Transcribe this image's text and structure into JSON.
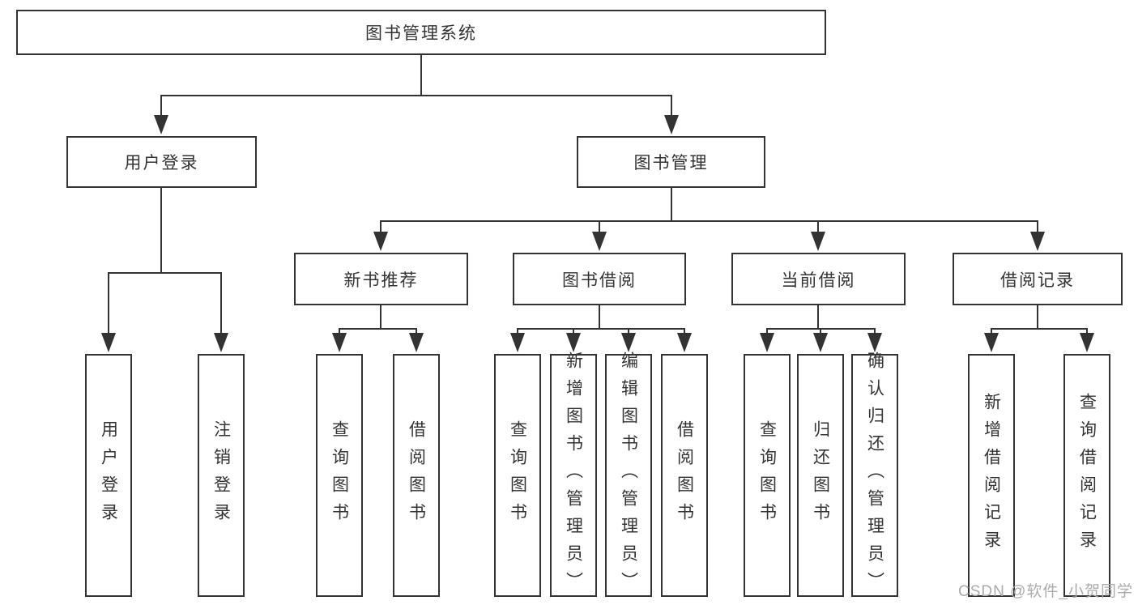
{
  "watermark": "CSDN @软件_小贺同学",
  "colors": {
    "line": "#333333",
    "text": "#333333",
    "box_background": "#ffffff",
    "watermark": "#ababab",
    "page_background": "#ffffff"
  },
  "tree": {
    "root": {
      "label": "图书管理系统"
    },
    "branches": [
      {
        "label": "用户登录",
        "children": [
          {
            "label": "用户登录"
          },
          {
            "label": "注销登录"
          }
        ]
      },
      {
        "label": "图书管理",
        "children": [
          {
            "label": "新书推荐",
            "children": [
              {
                "label": "查询图书"
              },
              {
                "label": "借阅图书"
              }
            ]
          },
          {
            "label": "图书借阅",
            "children": [
              {
                "label": "查询图书"
              },
              {
                "label": "新增图书（管理员）"
              },
              {
                "label": "编辑图书（管理员）"
              },
              {
                "label": "借阅图书"
              }
            ]
          },
          {
            "label": "当前借阅",
            "children": [
              {
                "label": "查询图书"
              },
              {
                "label": "归还图书"
              },
              {
                "label": "确认归还（管理员）"
              }
            ]
          },
          {
            "label": "借阅记录",
            "children": [
              {
                "label": "新增借阅记录"
              },
              {
                "label": "查询借阅记录"
              }
            ]
          }
        ]
      }
    ]
  }
}
